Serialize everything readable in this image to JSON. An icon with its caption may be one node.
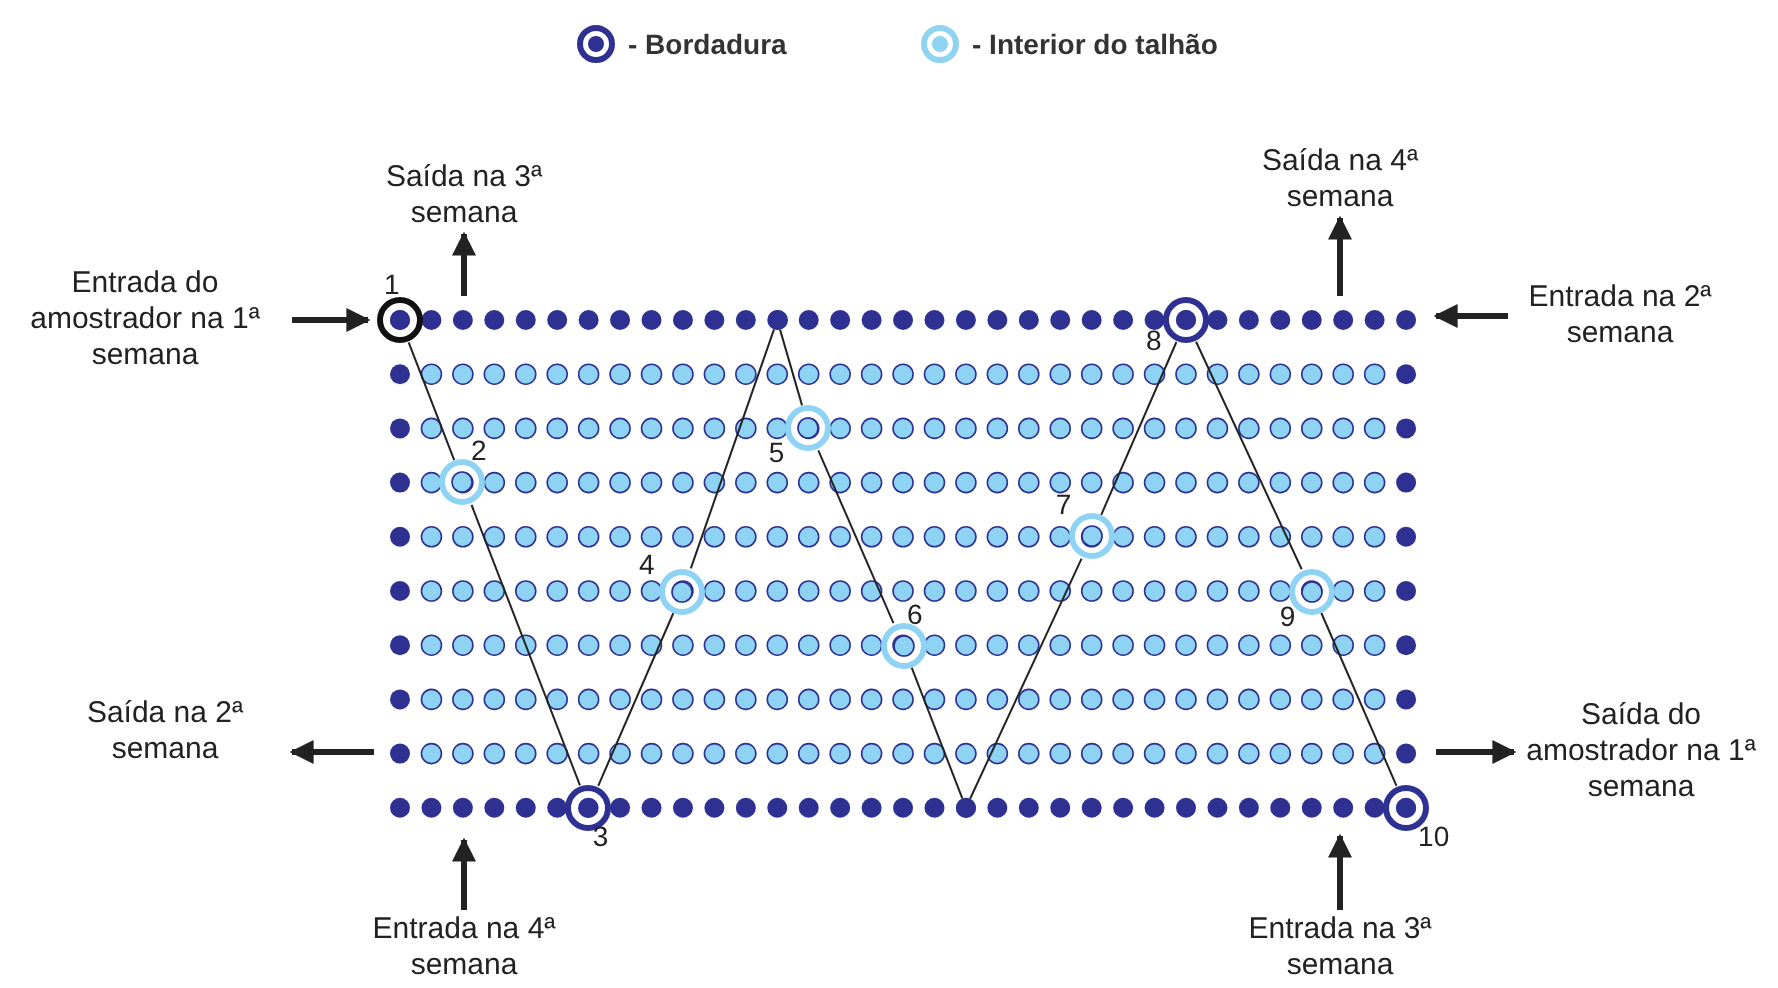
{
  "diagram": {
    "nodes": [
      {
        "text": [
          "Saída na 3ª semana"
        ]
      },
      {
        "text": [
          "Saída na 4ª semana"
        ]
      },
      {
        "text": [
          "Entrada do amostrador na 1ª semana"
        ]
      },
      {
        "text": [
          "1"
        ]
      },
      {
        "text": [],
        "shape": "circle"
      },
      {
        "text": [
          "8"
        ]
      },
      {
        "text": [
          "Entrada na 2ª semana"
        ]
      },
      {
        "text": [
          "5"
        ]
      },
      {
        "text": [
          "2"
        ]
      },
      {
        "text": [
          "7"
        ]
      },
      {
        "text": [
          "4"
        ]
      },
      {
        "text": [
          "9"
        ]
      },
      {
        "text": [
          "6"
        ]
      },
      {
        "text": [
          "Saída na 2ª semana"
        ]
      },
      {
        "text": [
          "Saída do amostrador na 1ª semana"
        ]
      },
      {
        "text": [
          "3"
        ]
      },
      {
        "text": [],
        "shape": "circle"
      },
      {
        "text": [
          "10"
        ]
      },
      {
        "text": [
          "Entrada na 4ª semana"
        ]
      },
      {
        "text": [
          "Entrada na 3ª semana"
        ]
      }
    ],
    "edges": [
      {
        "from": 3,
        "to": 8,
        "arrow": "none"
      },
      {
        "from": 8,
        "to": 15,
        "arrow": "none"
      },
      {
        "from": 15,
        "to": 10,
        "arrow": "none"
      },
      {
        "from": 10,
        "to": 4,
        "arrow": "none"
      },
      {
        "from": 4,
        "to": 7,
        "arrow": "none"
      },
      {
        "from": 7,
        "to": 12,
        "arrow": "none"
      },
      {
        "from": 12,
        "to": 16,
        "arrow": "none"
      },
      {
        "from": 16,
        "to": 9,
        "arrow": "none"
      },
      {
        "from": 9,
        "to": 5,
        "arrow": "none"
      },
      {
        "from": 5,
        "to": 11,
        "arrow": "none"
      },
      {
        "from": 11,
        "to": 17,
        "arrow": "none"
      },
      {
        "from": 2,
        "to": 3,
        "arrow": "to",
        "style": "thick"
      },
      {
        "from": null,
        "to": 0,
        "arrow": "to",
        "style": "thick"
      },
      {
        "from": null,
        "to": 1,
        "arrow": "to",
        "style": "thick"
      },
      {
        "from": 6,
        "to": null,
        "arrow": "to",
        "style": "thick"
      },
      {
        "from": null,
        "to": 13,
        "arrow": "to",
        "style": "thick"
      },
      {
        "from": null,
        "to": 14,
        "arrow": "to",
        "style": "thick"
      },
      {
        "from": 18,
        "to": null,
        "arrow": "to",
        "style": "thick"
      },
      {
        "from": 19,
        "to": 17,
        "arrow": "to",
        "style": "thick"
      }
    ],
    "legend": [
      {
        "text": "- Bordadura"
      },
      {
        "text": "- Interior do talhão"
      }
    ]
  }
}
